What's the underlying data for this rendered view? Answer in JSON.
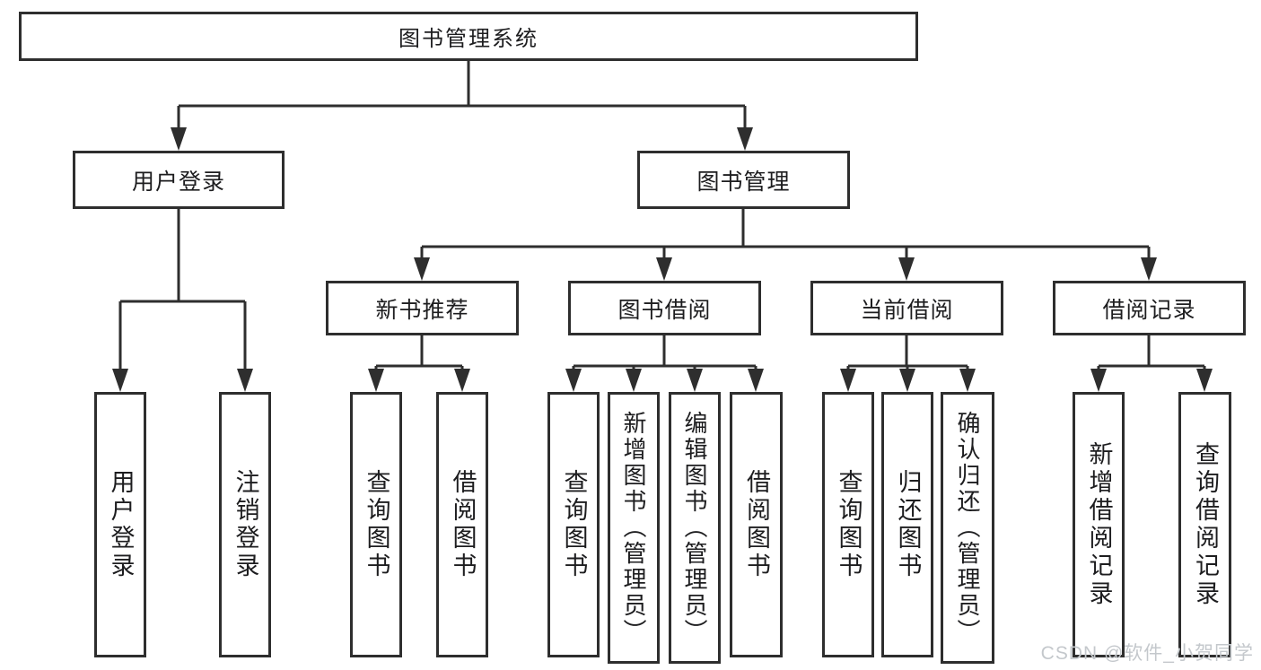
{
  "diagram": {
    "root": "图书管理系统",
    "nodes": {
      "user_login": "用户登录",
      "book_mgmt": "图书管理",
      "new_book": "新书推荐",
      "book_borrow": "图书借阅",
      "current_borrow": "当前借阅",
      "borrow_records": "借阅记录"
    },
    "leaves": {
      "user_login": [
        "用户登录",
        "注销登录"
      ],
      "new_book": [
        "查询图书",
        "借阅图书"
      ],
      "book_borrow": [
        "查询图书",
        "新增图书（管理员）",
        "编辑图书（管理员）",
        "借阅图书"
      ],
      "current_borrow": [
        "查询图书",
        "归还图书",
        "确认归还（管理员）"
      ],
      "borrow_records": [
        "新增借阅记录",
        "查询借阅记录"
      ]
    }
  },
  "watermark": "CSDN @软件_小贺同学",
  "colors": {
    "line": "#2e2e2e",
    "text": "#1d1d1f",
    "watermark": "#c4c8cc",
    "background": "#ffffff"
  }
}
